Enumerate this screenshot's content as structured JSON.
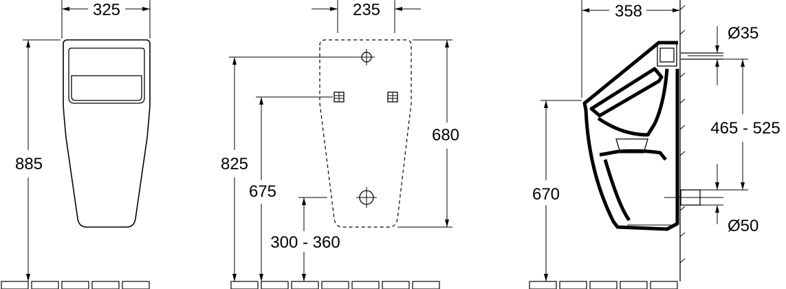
{
  "dimensions": {
    "front_width": "325",
    "front_height": "885",
    "back_width": "235",
    "back_height_total": "825",
    "back_height_fixing": "680",
    "back_height_mid": "675",
    "back_outlet_height": "300 - 360",
    "side_depth": "358",
    "side_inlet_diameter": "Ø35",
    "side_inlet_outlet_span": "465 - 525",
    "side_rim_height": "670",
    "side_outlet_diameter": "Ø50"
  }
}
